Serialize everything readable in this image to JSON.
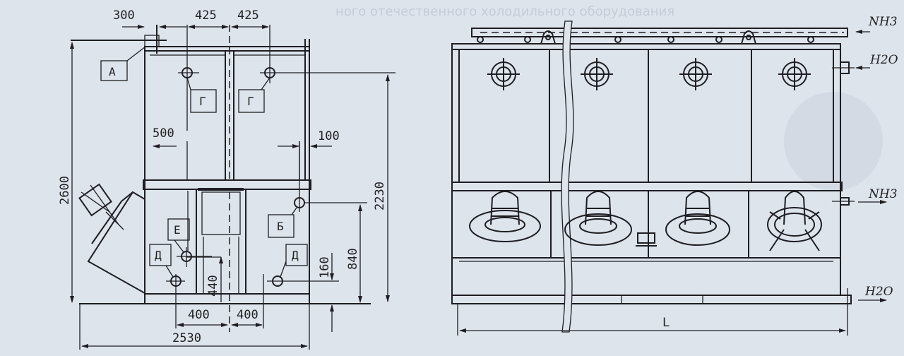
{
  "left_view": {
    "dimensions": {
      "d300": "300",
      "d425a": "425",
      "d425b": "425",
      "d500": "500",
      "d100": "100",
      "d2600": "2600",
      "d2230": "2230",
      "d840": "840",
      "d160": "160",
      "d440": "440",
      "d400a": "400",
      "d400b": "400",
      "d2530": "2530"
    },
    "labels": {
      "a": "А",
      "g1": "Г",
      "g2": "Г",
      "b": "Б",
      "e": "Е",
      "d1": "Д",
      "d2": "Д"
    }
  },
  "right_view": {
    "dimension_L": "L",
    "flows": {
      "nh3_in": "NH3",
      "h2o_in": "H2O",
      "nh3_out": "NH3",
      "h2o_out": "H2O"
    }
  },
  "bleed_through": {
    "top_line": "ного отечественного холодильного оборудования"
  },
  "colors": {
    "background": "#dde4ec",
    "ink": "#1e1e22"
  }
}
